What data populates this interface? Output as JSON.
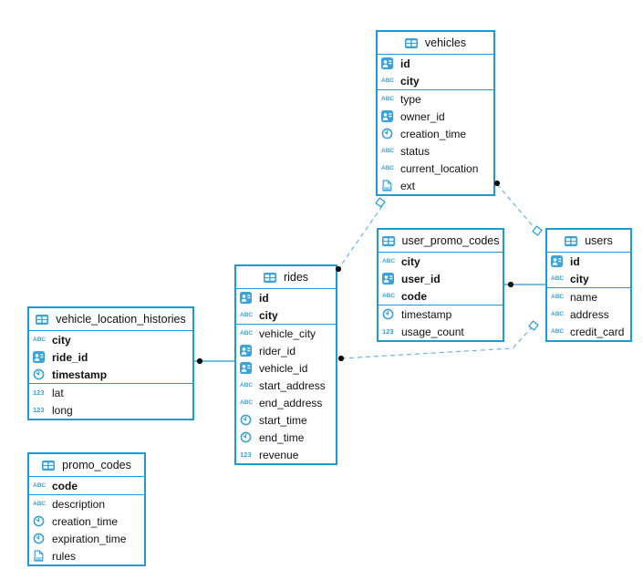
{
  "colors": {
    "accent": "#1d9bd8",
    "icon_blue": "#3aa3dc",
    "dashed_line": "#6ab4e2",
    "text": "#111111",
    "background": "#ffffff"
  },
  "icon_glyphs": {
    "abc": "ABC",
    "number": "123",
    "json": "JSON"
  },
  "tables": [
    {
      "id": "vehicles",
      "title": "vehicles",
      "primary_keys": [
        {
          "type_icon": "id-card",
          "name": "id"
        },
        {
          "type_icon": "abc",
          "name": "city"
        }
      ],
      "columns": [
        {
          "type_icon": "abc",
          "name": "type"
        },
        {
          "type_icon": "id-card",
          "name": "owner_id"
        },
        {
          "type_icon": "clock",
          "name": "creation_time"
        },
        {
          "type_icon": "abc",
          "name": "status"
        },
        {
          "type_icon": "abc",
          "name": "current_location"
        },
        {
          "type_icon": "json",
          "name": "ext"
        }
      ]
    },
    {
      "id": "user_promo_codes",
      "title": "user_promo_codes",
      "primary_keys": [
        {
          "type_icon": "abc",
          "name": "city"
        },
        {
          "type_icon": "id-card",
          "name": "user_id"
        },
        {
          "type_icon": "abc",
          "name": "code"
        }
      ],
      "columns": [
        {
          "type_icon": "clock",
          "name": "timestamp"
        },
        {
          "type_icon": "number",
          "name": "usage_count"
        }
      ]
    },
    {
      "id": "users",
      "title": "users",
      "primary_keys": [
        {
          "type_icon": "id-card",
          "name": "id"
        },
        {
          "type_icon": "abc",
          "name": "city"
        }
      ],
      "columns": [
        {
          "type_icon": "abc",
          "name": "name"
        },
        {
          "type_icon": "abc",
          "name": "address"
        },
        {
          "type_icon": "abc",
          "name": "credit_card"
        }
      ]
    },
    {
      "id": "rides",
      "title": "rides",
      "primary_keys": [
        {
          "type_icon": "id-card",
          "name": "id"
        },
        {
          "type_icon": "abc",
          "name": "city"
        }
      ],
      "columns": [
        {
          "type_icon": "abc",
          "name": "vehicle_city"
        },
        {
          "type_icon": "id-card",
          "name": "rider_id"
        },
        {
          "type_icon": "id-card",
          "name": "vehicle_id"
        },
        {
          "type_icon": "abc",
          "name": "start_address"
        },
        {
          "type_icon": "abc",
          "name": "end_address"
        },
        {
          "type_icon": "clock",
          "name": "start_time"
        },
        {
          "type_icon": "clock",
          "name": "end_time"
        },
        {
          "type_icon": "number",
          "name": "revenue"
        }
      ]
    },
    {
      "id": "vehicle_location_histories",
      "title": "vehicle_location_histories",
      "primary_keys": [
        {
          "type_icon": "abc",
          "name": "city"
        },
        {
          "type_icon": "id-card",
          "name": "ride_id"
        },
        {
          "type_icon": "clock",
          "name": "timestamp"
        }
      ],
      "columns": [
        {
          "type_icon": "number",
          "name": "lat"
        },
        {
          "type_icon": "number",
          "name": "long"
        }
      ]
    },
    {
      "id": "promo_codes",
      "title": "promo_codes",
      "primary_keys": [
        {
          "type_icon": "abc",
          "name": "code"
        }
      ],
      "columns": [
        {
          "type_icon": "abc",
          "name": "description"
        },
        {
          "type_icon": "clock",
          "name": "creation_time"
        },
        {
          "type_icon": "clock",
          "name": "expiration_time"
        },
        {
          "type_icon": "json",
          "name": "rules"
        }
      ]
    }
  ],
  "connections": [
    {
      "from": "vehicle_location_histories",
      "to": "rides",
      "style": "solid"
    },
    {
      "from": "user_promo_codes",
      "to": "users",
      "style": "solid"
    },
    {
      "from": "vehicles",
      "to": "rides",
      "style": "dashed"
    },
    {
      "from": "vehicles",
      "to": "users",
      "style": "dashed"
    },
    {
      "from": "rides",
      "to": "users",
      "style": "dashed"
    }
  ]
}
